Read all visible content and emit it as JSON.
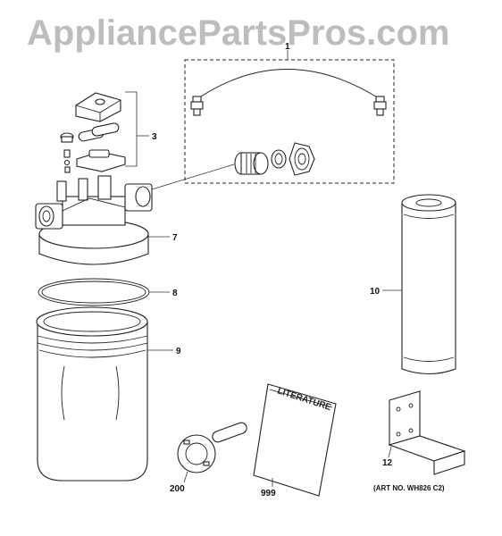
{
  "watermark": "AppliancePartsPros.com",
  "art_number": "(ART NO. WH826 C2)",
  "literature_text": "LITERATURE",
  "callouts": {
    "kit_1": "1",
    "cap_3": "3",
    "head_7": "7",
    "oring_8": "8",
    "housing_9": "9",
    "cartridge_10": "10",
    "bracket_12": "12",
    "wrench_200": "200",
    "literature_999": "999"
  }
}
